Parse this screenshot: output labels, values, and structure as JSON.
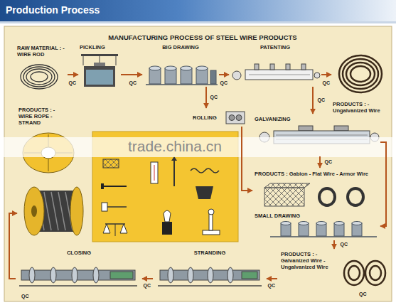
{
  "diagram": {
    "title": "MANUFACTURING PROCESS OF STEEL WIRE PRODUCTS",
    "nodes": [
      {
        "text": [
          "RAW MATERIAL : - WIRE ROD"
        ]
      },
      {
        "text": [
          "PICKLING"
        ]
      },
      {
        "text": [
          "BIG DRAWING"
        ]
      },
      {
        "text": [
          "PATENTING"
        ]
      },
      {
        "text": [
          "PRODUCTS : - Ungalvanized Wire"
        ]
      },
      {
        "text": [
          "ROLLING"
        ]
      },
      {
        "text": [
          "GALVANIZING"
        ]
      },
      {
        "text": [
          "PRODUCTS : - WIRE ROPE - STRAND"
        ]
      },
      {
        "text": [
          "PRODUCTS : Gabion - Flat Wire - Armor Wire"
        ]
      },
      {
        "text": [
          "SMALL DRAWING"
        ]
      },
      {
        "text": [
          "PRODUCTS : - Galvanized Wire - Ungalvanized Wire"
        ]
      },
      {
        "text": [
          "STRANDING"
        ]
      },
      {
        "text": [
          "CLOSING"
        ]
      }
    ],
    "edges": [
      {
        "from": 0,
        "to": 1,
        "arrow": "to",
        "label": "QC"
      },
      {
        "from": 1,
        "to": 2,
        "arrow": "to",
        "label": "QC"
      },
      {
        "from": 2,
        "to": 3,
        "arrow": "to",
        "label": "QC"
      },
      {
        "from": 3,
        "to": 4,
        "arrow": "to",
        "label": "QC"
      },
      {
        "from": 2,
        "to": 5,
        "arrow": "to",
        "label": "QC"
      },
      {
        "from": 3,
        "to": 6,
        "arrow": "to",
        "label": "QC"
      },
      {
        "from": 5,
        "to": 8,
        "arrow": "to"
      },
      {
        "from": 6,
        "to": 8,
        "arrow": "to",
        "label": "QC"
      },
      {
        "from": 6,
        "to": 9,
        "arrow": "to"
      },
      {
        "from": 9,
        "to": 10,
        "arrow": "to",
        "label": "QC"
      },
      {
        "from": 10,
        "to": 11,
        "arrow": "to",
        "label": "QC"
      },
      {
        "from": 11,
        "to": 12,
        "arrow": "to",
        "label": "QC"
      },
      {
        "from": 12,
        "to": 7,
        "arrow": "to"
      }
    ],
    "labels": [
      "Production Process",
      "trade.china.cn",
      "QC",
      "QC"
    ]
  }
}
